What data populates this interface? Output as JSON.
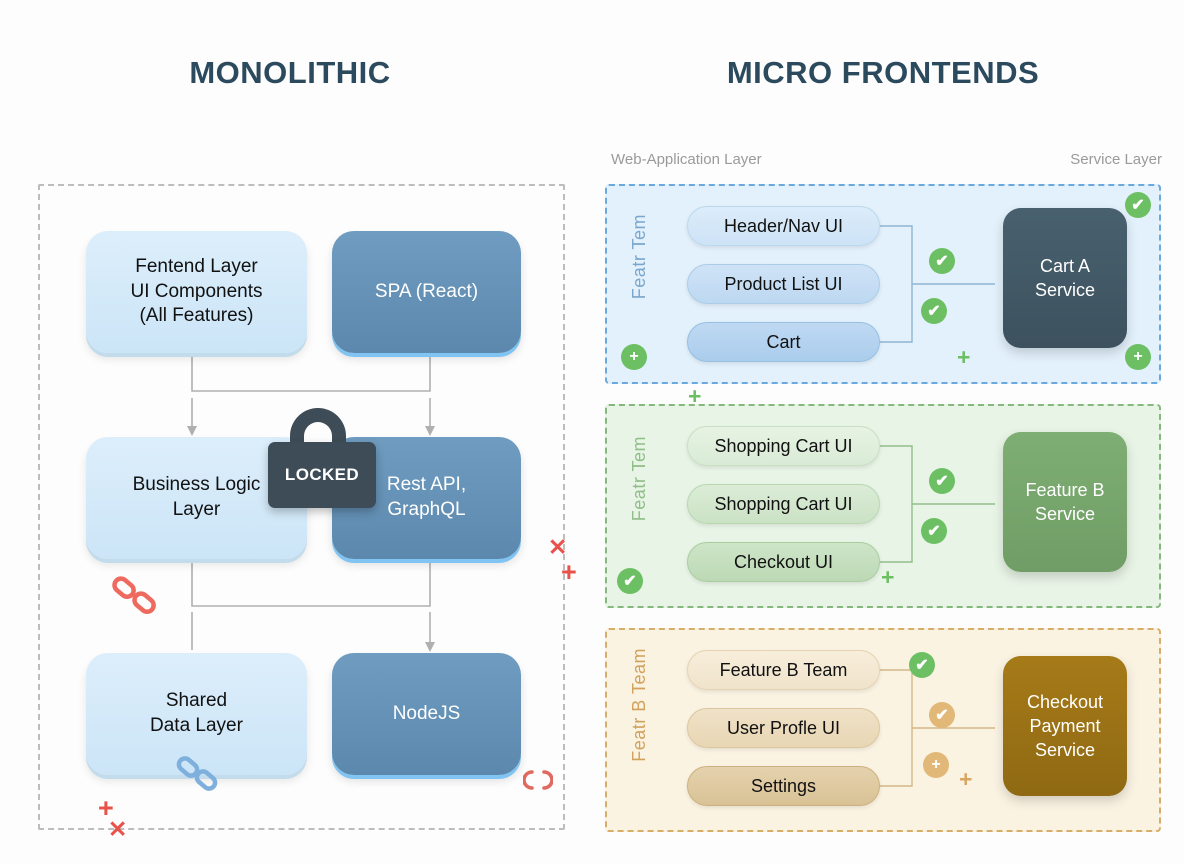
{
  "titles": {
    "monolithic": "MONOLITHIC",
    "micro_frontends": "MICRO FRONTENDS"
  },
  "layer_labels": {
    "web_application": "Web-Application Layer",
    "service": "Service Layer"
  },
  "monolith": {
    "boxes": [
      {
        "id": "frontend",
        "label": "Fentend Layer\nUI Components\n(All Features)",
        "style": "light"
      },
      {
        "id": "spa",
        "label": "SPA (React)",
        "style": "dark"
      },
      {
        "id": "business",
        "label": "Business Logic\nLayer",
        "style": "light"
      },
      {
        "id": "restapi",
        "label": "Rest API,\nGraphQL",
        "style": "dark"
      },
      {
        "id": "shared",
        "label": "Shared\nData Layer",
        "style": "light"
      },
      {
        "id": "node",
        "label": "NodeJS",
        "style": "dark"
      }
    ],
    "lock_label": "LOCKED",
    "markers": {
      "x1": "✕",
      "plus1": "+",
      "plus2": "+",
      "x2": "✕"
    },
    "icons": [
      "broken-chain-red-icon",
      "broken-chain-blue-icon",
      "sync-broken-red-icon",
      "padlock-open-icon"
    ]
  },
  "micro_frontends": {
    "panels": [
      {
        "id": "panel-a",
        "team_label": "Featr Tem",
        "accent": "#6ba8dd",
        "background": "#e3f1fc",
        "items": [
          "Header/Nav UI",
          "Product List UI",
          "Cart"
        ],
        "service": "Cart A\nService",
        "service_color": "#3d515e",
        "badges": [
          {
            "type": "check",
            "color": "green",
            "position": "top-right"
          },
          {
            "type": "check",
            "color": "green",
            "position": "mid-upper"
          },
          {
            "type": "check",
            "color": "green",
            "position": "mid-lower"
          },
          {
            "type": "plus",
            "color": "green",
            "position": "bottom-left"
          },
          {
            "type": "plus",
            "color": "green",
            "position": "bottom-right"
          }
        ],
        "plus_marks": [
          {
            "color": "green",
            "position": "bottom-center"
          }
        ]
      },
      {
        "id": "panel-b",
        "team_label": "Featr Tem",
        "accent": "#84b87c",
        "background": "#e8f4e6",
        "items": [
          "Shopping Cart UI",
          "Shopping Cart UI",
          "Checkout UI"
        ],
        "service": "Feature B\nService",
        "service_color": "#6f9d65",
        "badges": [
          {
            "type": "check",
            "color": "green",
            "position": "mid-upper"
          },
          {
            "type": "check",
            "color": "green",
            "position": "mid-lower"
          },
          {
            "type": "check",
            "color": "green",
            "position": "bottom-left"
          }
        ],
        "plus_marks": [
          {
            "color": "green",
            "position": "bottom-center"
          }
        ]
      },
      {
        "id": "panel-c",
        "team_label": "Featr B Team",
        "accent": "#d6ae6a",
        "background": "#fbf3e2",
        "items": [
          "Feature B Team",
          "User Profle UI",
          "Settings"
        ],
        "service": "Checkout\nPayment\nService",
        "service_color": "#8f6913",
        "badges": [
          {
            "type": "check",
            "color": "green",
            "position": "top"
          },
          {
            "type": "check",
            "color": "amber",
            "position": "mid-upper"
          },
          {
            "type": "plus",
            "color": "amber",
            "position": "mid-lower"
          }
        ],
        "plus_marks": [
          {
            "color": "amber",
            "position": "mid-right"
          }
        ]
      }
    ],
    "glyphs": {
      "check": "✔",
      "plus": "+"
    }
  }
}
